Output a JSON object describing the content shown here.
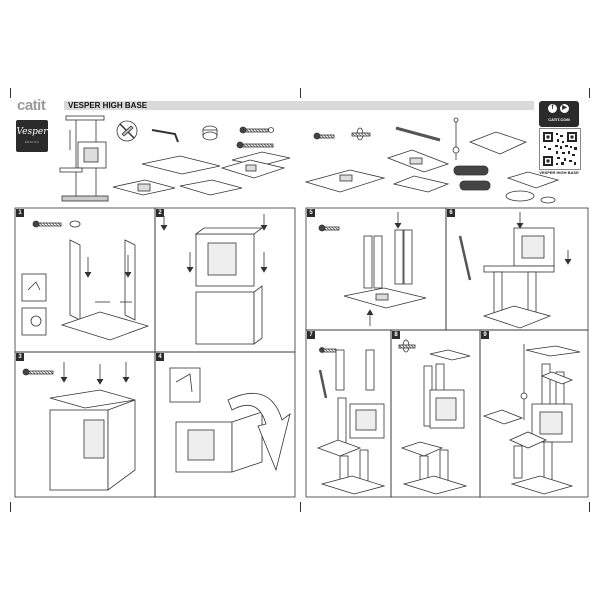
{
  "header": {
    "brand": "catit",
    "title": "VESPER HIGH BASE"
  },
  "logo": {
    "name": "Vesper",
    "subtitle": "DESIGN"
  },
  "contact": {
    "facebook_icon": "f",
    "youtube_icon": "▶",
    "website": "CATIT.COM",
    "qr_caption": "VESPER HIGH BASE"
  },
  "steps": {
    "left": [
      "1",
      "2",
      "3",
      "4"
    ],
    "right": [
      "5",
      "6",
      "7",
      "8",
      "9"
    ]
  },
  "icons": [
    "no-knife-icon",
    "allen-key-icon",
    "cam-lock-icon",
    "bolt-icon",
    "screw-icon",
    "rotate-arrow-icon",
    "cat-face-icon"
  ]
}
